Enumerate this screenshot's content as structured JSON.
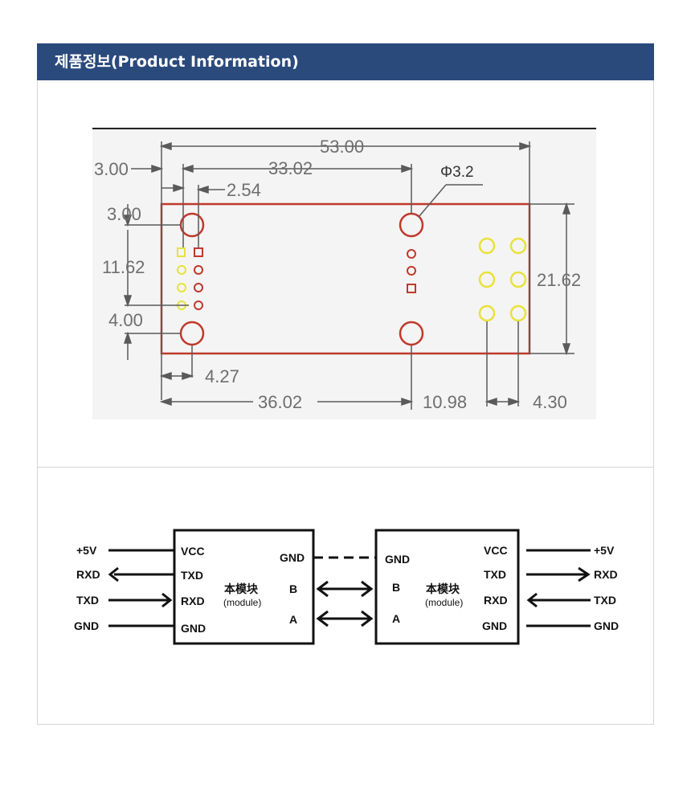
{
  "header": {
    "title": "제품정보(Product Information)"
  },
  "dimension_drawing": {
    "dimensions": {
      "overall_width": "53.00",
      "hole_spacing": "33.02",
      "left_offset": "3.00",
      "pin_pitch": "2.54",
      "hole_diameter": "Φ3.2",
      "top_offset": "3.00",
      "pin_span": "11.62",
      "bottom_offset": "4.00",
      "board_height": "21.62",
      "hole_x_offset": "4.27",
      "lower_span": "36.02",
      "right_span": "10.98",
      "right_pitch": "4.30"
    },
    "colors": {
      "outline": "#c0392b",
      "pad": "#e8e23a",
      "line": "#5a5a5a",
      "background": "#f4f4f4"
    }
  },
  "wiring_diagram": {
    "left_external": [
      "+5V",
      "RXD",
      "TXD",
      "GND"
    ],
    "left_module": {
      "pins_left": [
        "VCC",
        "TXD",
        "RXD",
        "GND"
      ],
      "pins_right": [
        "GND",
        "B",
        "A"
      ],
      "name": "本模块",
      "subtitle": "(module)"
    },
    "right_module": {
      "pins_left": [
        "GND",
        "B",
        "A"
      ],
      "pins_right": [
        "VCC",
        "TXD",
        "RXD",
        "GND"
      ],
      "name": "本模块",
      "subtitle": "(module)"
    },
    "right_external": [
      "+5V",
      "RXD",
      "TXD",
      "GND"
    ]
  }
}
